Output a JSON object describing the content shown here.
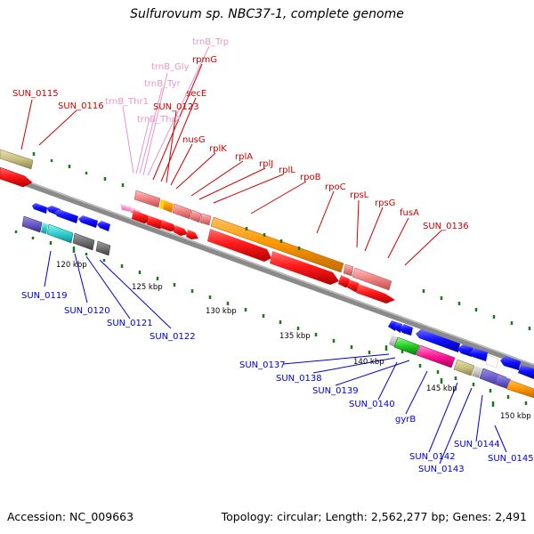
{
  "header": {
    "title": "Sulfurovum sp. NBC37-1, complete genome"
  },
  "footer": {
    "accession": "Accession: NC_009663",
    "topology": "Topology: circular; Length: 2,562,277 bp; Genes: 2,491"
  },
  "colors": {
    "rrna_trna": "#f08080",
    "pink_label": "#e896c8",
    "red_label": "#cc0000",
    "blue_label": "#0000cc",
    "backbone": "#888888",
    "tick": "#1a7a1a"
  },
  "kbp_ticks": [
    {
      "label": "120 kbp"
    },
    {
      "label": "125 kbp"
    },
    {
      "label": "130 kbp"
    },
    {
      "label": "135 kbp"
    },
    {
      "label": "140 kbp"
    },
    {
      "label": "145 kbp"
    },
    {
      "label": "150 kbp"
    }
  ],
  "top_labels": [
    {
      "name": "SUN_0115",
      "color": "red"
    },
    {
      "name": "SUN_0116",
      "color": "red"
    },
    {
      "name": "trnB_Thr1",
      "color": "pink"
    },
    {
      "name": "trnB_Thr2",
      "color": "pink"
    },
    {
      "name": "trnB_Tyr",
      "color": "pink"
    },
    {
      "name": "trnB_Gly",
      "color": "pink"
    },
    {
      "name": "trnB_Trp",
      "color": "pink"
    },
    {
      "name": "rpmG",
      "color": "red"
    },
    {
      "name": "secE",
      "color": "red"
    },
    {
      "name": "SUN_0123",
      "color": "red"
    },
    {
      "name": "nusG",
      "color": "red"
    },
    {
      "name": "rplK",
      "color": "red"
    },
    {
      "name": "rplA",
      "color": "red"
    },
    {
      "name": "rplJ",
      "color": "red"
    },
    {
      "name": "rplL",
      "color": "red"
    },
    {
      "name": "rpoB",
      "color": "red"
    },
    {
      "name": "rpoC",
      "color": "red"
    },
    {
      "name": "rpsL",
      "color": "red"
    },
    {
      "name": "rpsG",
      "color": "red"
    },
    {
      "name": "fusA",
      "color": "red"
    },
    {
      "name": "SUN_0136",
      "color": "red"
    }
  ],
  "bottom_labels": [
    {
      "name": "SUN_0119"
    },
    {
      "name": "SUN_0120"
    },
    {
      "name": "SUN_0121"
    },
    {
      "name": "SUN_0122"
    },
    {
      "name": "SUN_0137"
    },
    {
      "name": "SUN_0138"
    },
    {
      "name": "SUN_0139"
    },
    {
      "name": "SUN_0140"
    },
    {
      "name": "gyrB"
    },
    {
      "name": "SUN_0142"
    },
    {
      "name": "SUN_0143"
    },
    {
      "name": "SUN_0144"
    },
    {
      "name": "SUN_0145"
    }
  ]
}
